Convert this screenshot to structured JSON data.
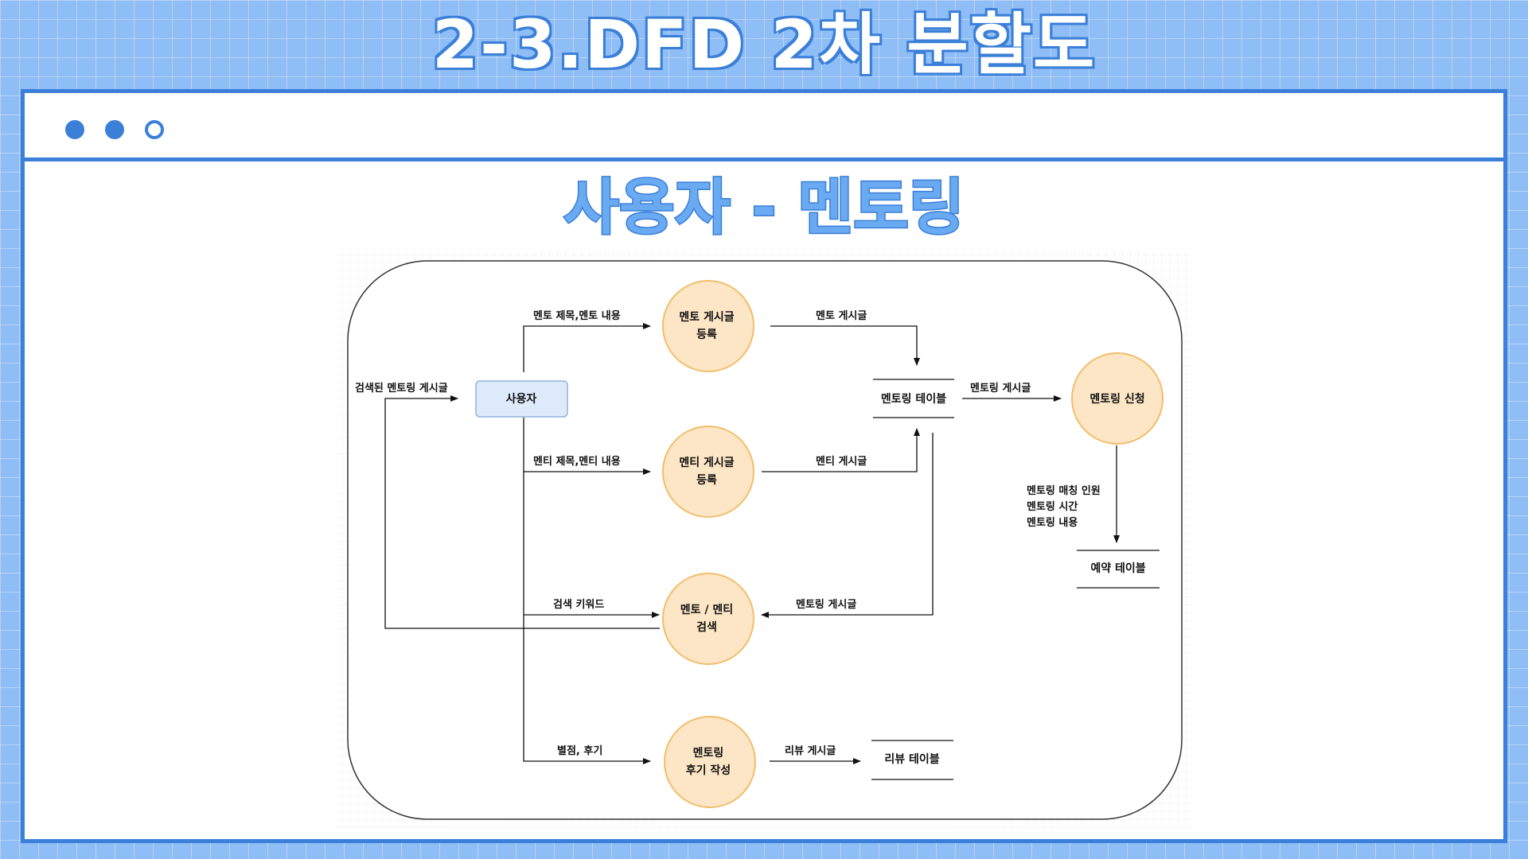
{
  "slide_title": "2-3.DFD  2차 분할도",
  "subtitle": "사용자 -  멘토링",
  "colors": {
    "accent": "#3a7fd8",
    "background": "#8fbdf5",
    "process_fill": "#fde6c5",
    "process_stroke": "#f2bd6b",
    "entity_fill": "#dceafa",
    "entity_stroke": "#8fb3dd"
  },
  "diagram": {
    "entity_user": "사용자",
    "process_mentor_post": [
      "멘토 게시글",
      "등록"
    ],
    "process_mentee_post": [
      "멘티 게시글",
      "등록"
    ],
    "process_search": [
      "멘토 / 멘티",
      "검색"
    ],
    "process_review": [
      "멘토링",
      "후기 작성"
    ],
    "process_apply": "멘토링 신청",
    "store_mentoring": "멘토링 테이블",
    "store_reservation": "예약 테이블",
    "store_review": "리뷰 테이블",
    "flow_searched_posts": "검색된 멘토링 게시글",
    "flow_mentor_input": "멘토 제목,멘토 내용",
    "flow_mentor_post": "멘토 게시글",
    "flow_mentee_input": "멘티 제목,멘티 내용",
    "flow_mentee_post": "멘티 게시글",
    "flow_mentoring_post_out": "멘토링 게시글",
    "flow_keyword": "검색 키워드",
    "flow_mentoring_post_search": "멘토링 게시글",
    "flow_rating": "별점, 후기",
    "flow_review_post": "리뷰 게시글",
    "flow_reservation": [
      "멘토링 매칭 인원",
      "멘토링 시간",
      "멘토링 내용"
    ]
  }
}
